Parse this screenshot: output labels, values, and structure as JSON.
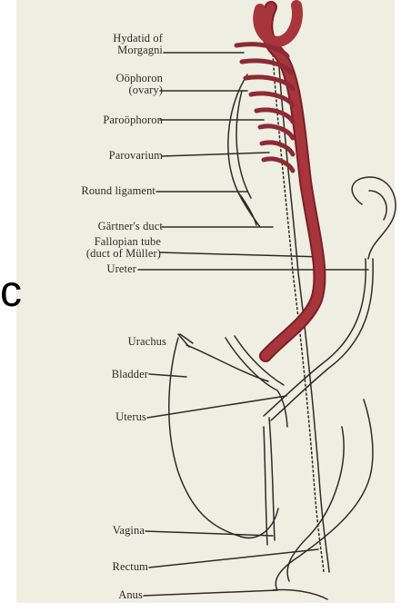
{
  "labels": {
    "hydatid": "Hydatid of\nMorgagni",
    "oophoron": "Oöphoron\n(ovary)",
    "paroophoron": "Paroöphoron",
    "parovarium": "Parovarium",
    "round_ligament": "Round ligament",
    "gartner": "Gärtner's duct",
    "fallopian": "Fallopian tube\n(duct of Müller)",
    "ureter": "Ureter",
    "urachus": "Urachus",
    "bladder": "Bladder",
    "uterus": "Uterus",
    "vagina": "Vagina",
    "rectum": "Rectum",
    "anus": "Anus"
  },
  "stray_letter": "c",
  "colors": {
    "background": "#efeee2",
    "ink": "#2e2b26",
    "muller_duct": "#a8353c",
    "muller_duct_dark": "#7a1f27"
  }
}
